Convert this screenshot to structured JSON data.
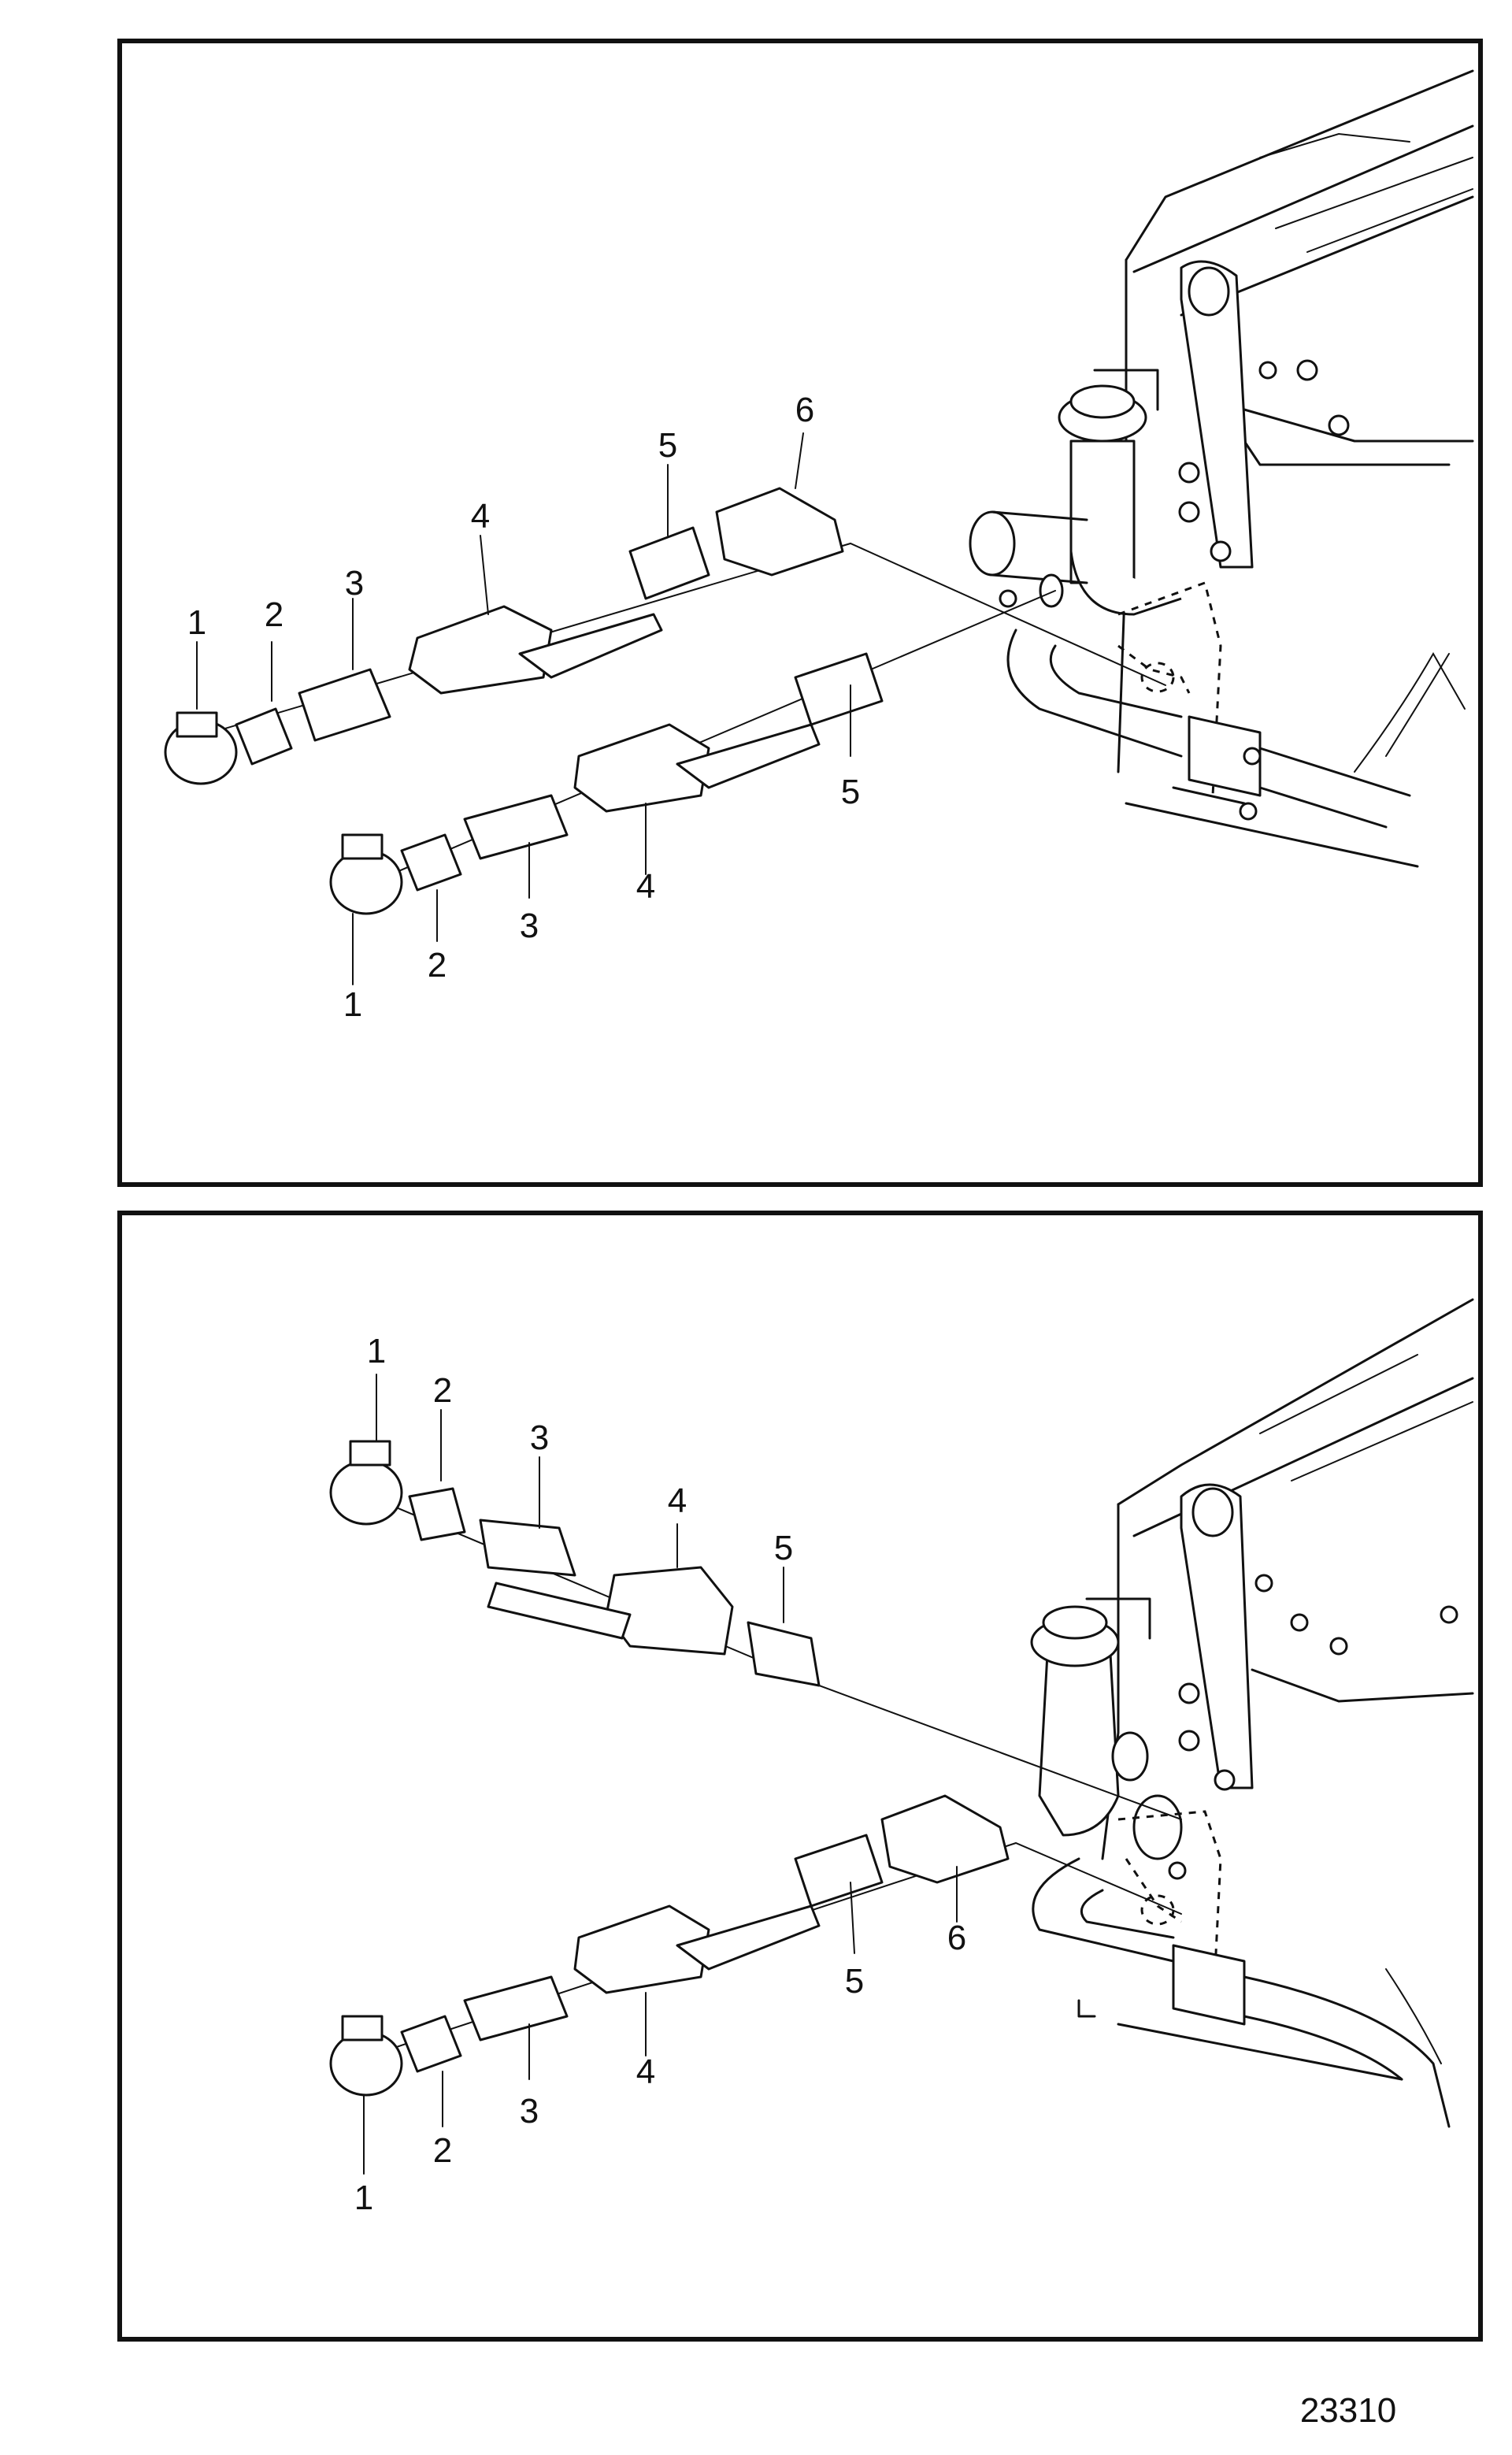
{
  "figure_id": "23310",
  "panel_top": {
    "callouts_upper_assembly": [
      "1",
      "2",
      "3",
      "4",
      "5",
      "6"
    ],
    "callouts_lower_assembly": [
      "1",
      "2",
      "3",
      "4",
      "5"
    ]
  },
  "panel_bottom": {
    "callouts_upper_assembly": [
      "1",
      "2",
      "3",
      "4",
      "5"
    ],
    "callouts_lower_assembly": [
      "1",
      "2",
      "3",
      "4",
      "5",
      "6"
    ]
  }
}
